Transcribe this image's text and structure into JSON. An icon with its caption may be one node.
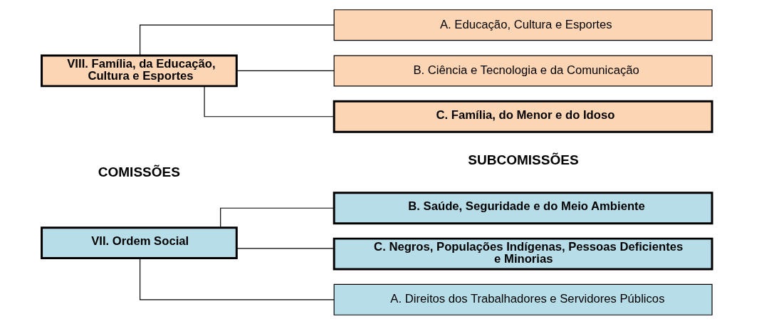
{
  "diagram": {
    "nodes": [
      {
        "text": [
          "VII. Ordem Social"
        ]
      },
      {
        "text": [
          "A. Direitos dos Trabalhadores e Servidores Públicos"
        ]
      },
      {
        "text": [
          "B. Saúde, Seguridade e do Meio Ambiente"
        ]
      },
      {
        "text": [
          "C. Negros, Populações Indígenas, Pessoas Deficientes e Minorias"
        ]
      },
      {
        "text": [
          "VIII. Família, da Educação, Cultura e Esportes"
        ]
      },
      {
        "text": [
          "A. Educação, Cultura e Esportes"
        ]
      },
      {
        "text": [
          "B. Ciência e Tecnologia e da Comunicação"
        ]
      },
      {
        "text": [
          "C. Família, do Menor e do Idoso"
        ]
      }
    ],
    "edges": [
      {
        "from": 0,
        "to": 1,
        "arrow": "none"
      },
      {
        "from": 0,
        "to": 2,
        "arrow": "none"
      },
      {
        "from": 0,
        "to": 3,
        "arrow": "none"
      },
      {
        "from": 4,
        "to": 5,
        "arrow": "none"
      },
      {
        "from": 4,
        "to": 6,
        "arrow": "none"
      },
      {
        "from": 4,
        "to": 7,
        "arrow": "none"
      }
    ],
    "labels": [
      "COMISSÕES",
      "SUBCOMISSÕES"
    ]
  }
}
